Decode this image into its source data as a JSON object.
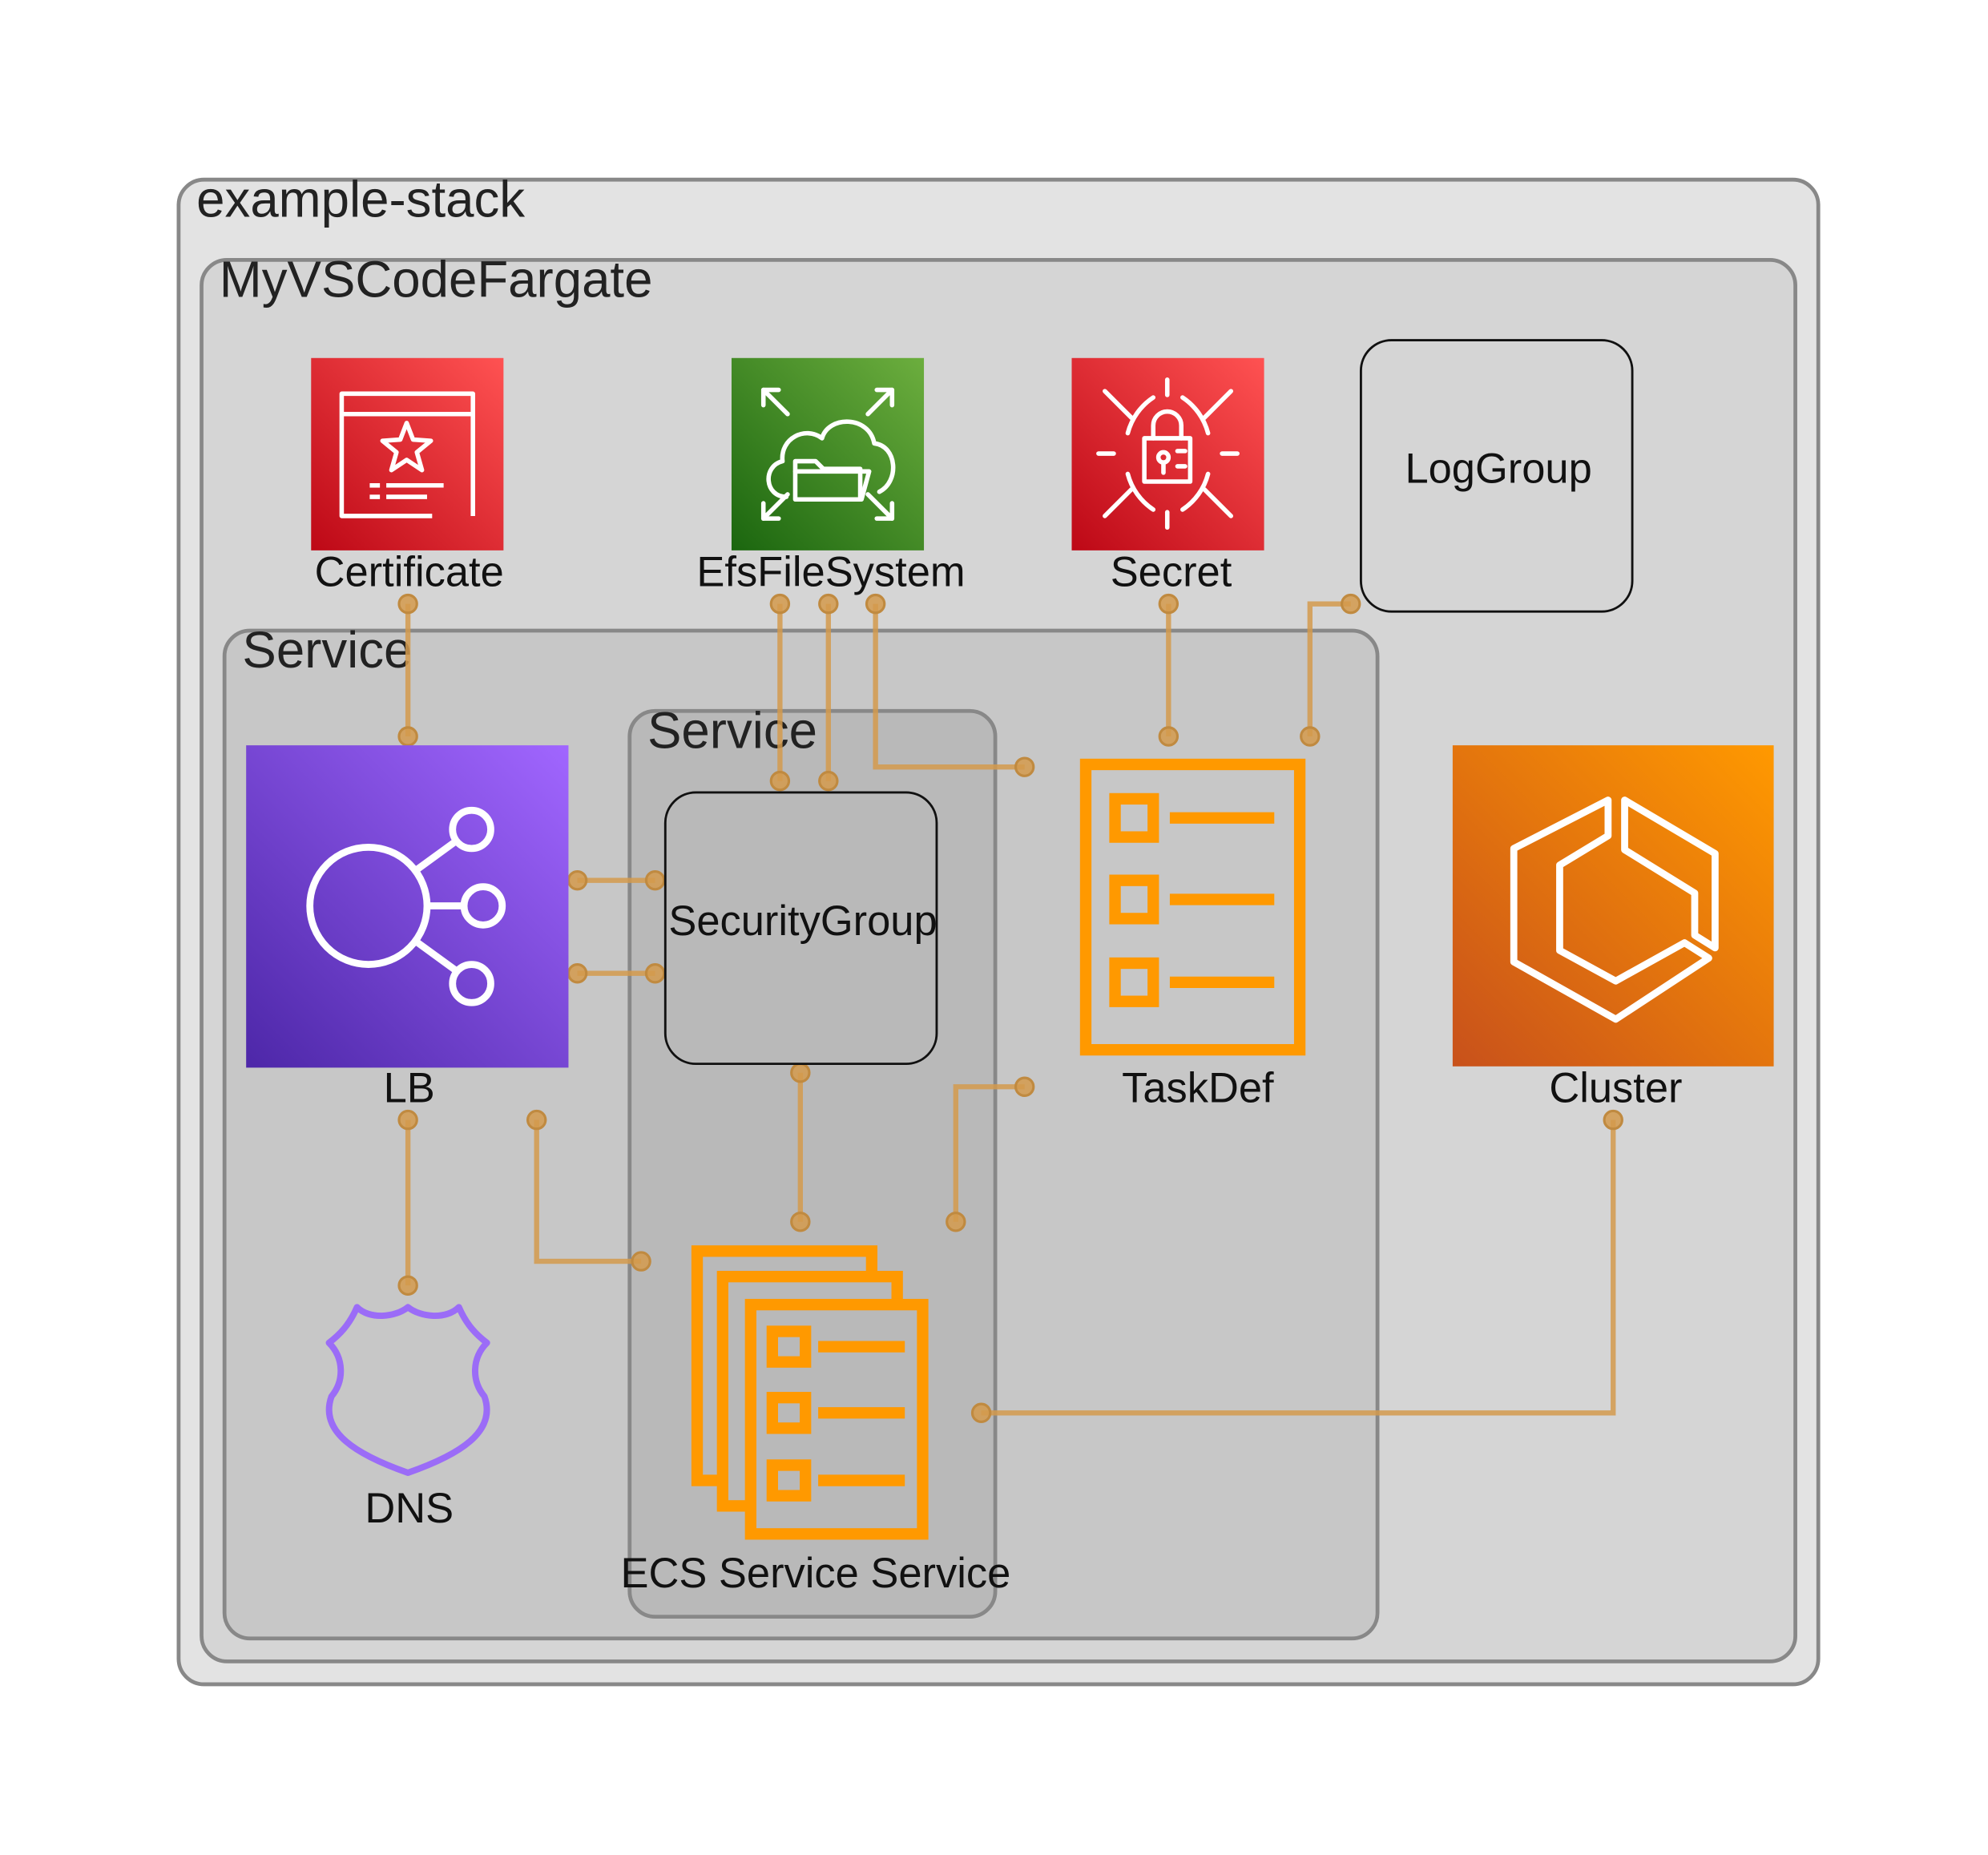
{
  "groups": {
    "stack": "example-stack",
    "construct": "MyVSCodeFargate",
    "service_outer": "Service",
    "service_inner": "Service"
  },
  "nodes": {
    "certificate": "Certificate",
    "efs": "EfsFileSystem",
    "secret": "Secret",
    "loggroup": "LogGroup",
    "lb": "LB",
    "securitygroup": "SecurityGroup",
    "taskdef": "TaskDef",
    "cluster": "Cluster",
    "dns": "DNS",
    "ecs_service": "ECS Service Service"
  },
  "colors": {
    "certificate": "#d91f2a",
    "secret": "#d91f2a",
    "efs": "#3f8624",
    "lb": "#7b4fe0",
    "cluster": "#e8720c",
    "taskdef": "#ff9900",
    "dns": "#9b6cf7",
    "edge": "#d39a4c"
  },
  "icons": {
    "certificate": "certificate-manager-icon",
    "efs": "efs-icon",
    "secret": "secrets-manager-icon",
    "lb": "load-balancer-icon",
    "taskdef": "task-definition-icon",
    "cluster": "ecs-cluster-icon",
    "dns": "route53-shield-icon",
    "ecs_service": "ecs-service-icon"
  }
}
